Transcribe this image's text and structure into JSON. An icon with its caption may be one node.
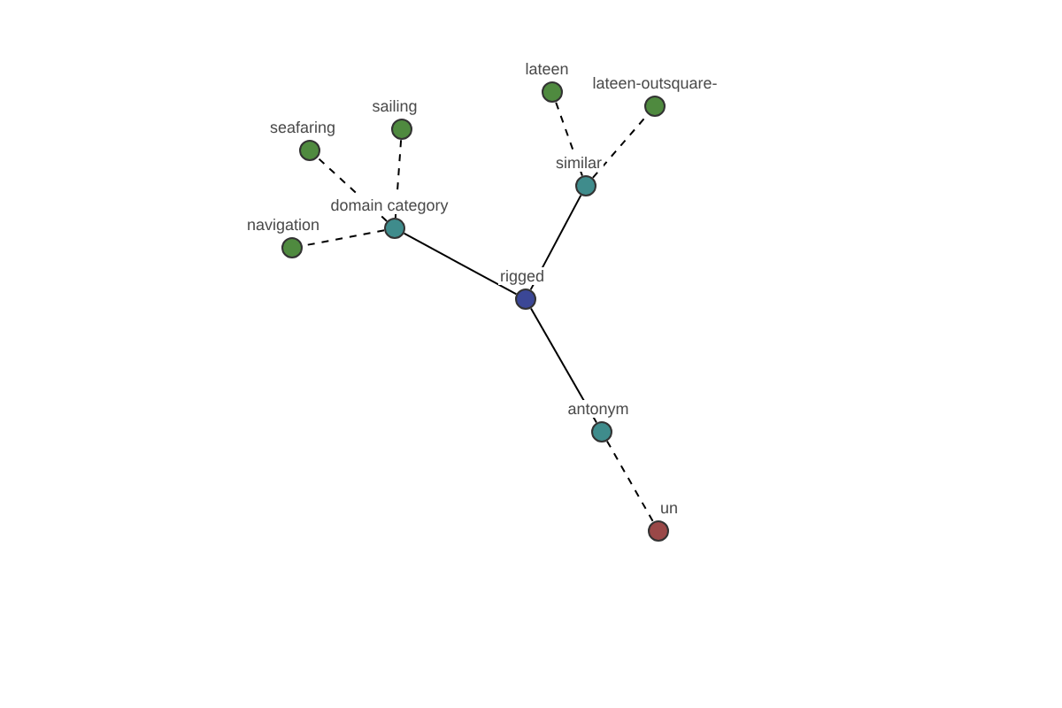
{
  "diagram": {
    "nodes": [
      {
        "text": [
          "lateen"
        ]
      },
      {
        "text": [
          "lateen-outsquare-"
        ]
      },
      {
        "text": [
          "sailing"
        ]
      },
      {
        "text": [
          "seafaring"
        ]
      },
      {
        "text": [
          "similar"
        ]
      },
      {
        "text": [
          "domain category"
        ]
      },
      {
        "text": [
          "navigation"
        ]
      },
      {
        "text": [
          "rigged"
        ]
      },
      {
        "text": [
          "antonym"
        ]
      },
      {
        "text": [
          "un"
        ]
      }
    ],
    "edges": [
      {
        "from": 7,
        "to": 5,
        "arrow": "none"
      },
      {
        "from": 7,
        "to": 4,
        "arrow": "none"
      },
      {
        "from": 7,
        "to": 8,
        "arrow": "none"
      },
      {
        "from": 5,
        "to": 3,
        "arrow": "none",
        "style": "dashed"
      },
      {
        "from": 5,
        "to": 2,
        "arrow": "none",
        "style": "dashed"
      },
      {
        "from": 5,
        "to": 6,
        "arrow": "none",
        "style": "dashed"
      },
      {
        "from": 4,
        "to": 0,
        "arrow": "none",
        "style": "dashed"
      },
      {
        "from": 4,
        "to": 1,
        "arrow": "none",
        "style": "dashed"
      },
      {
        "from": 8,
        "to": 9,
        "arrow": "none",
        "style": "dashed"
      }
    ]
  }
}
